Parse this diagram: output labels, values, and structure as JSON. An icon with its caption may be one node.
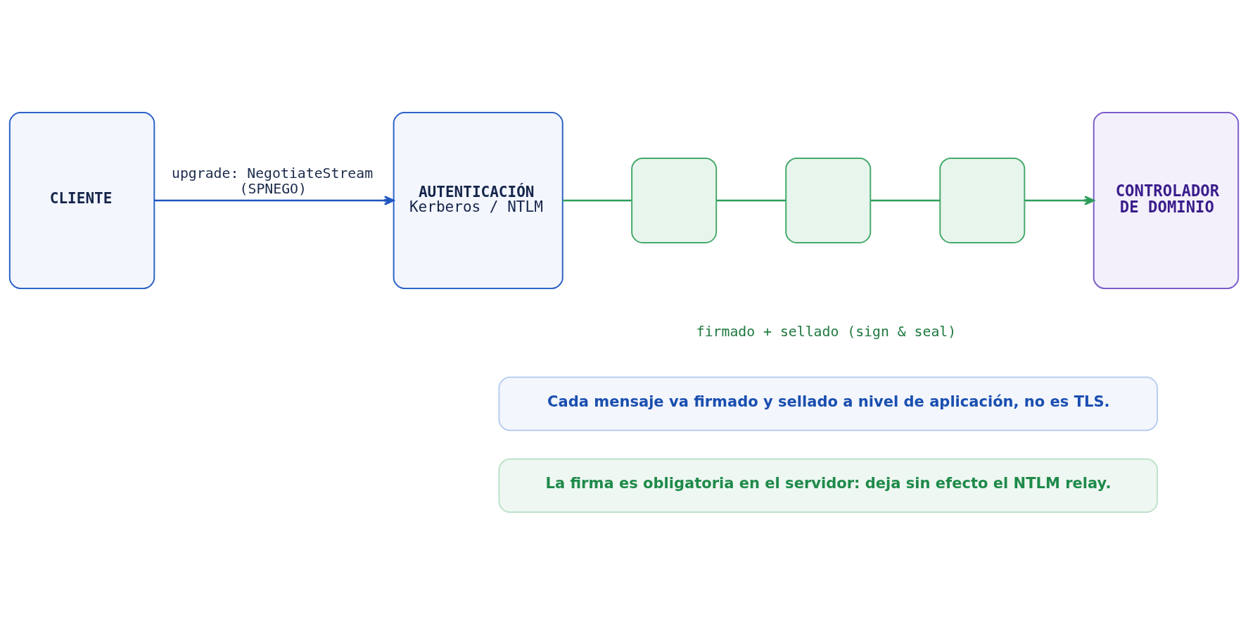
{
  "diagram": {
    "nodes": [
      {
        "text": [
          "CLIENTE"
        ]
      },
      {
        "text": [
          "AUTENTICACIÓN",
          "Kerberos / NTLM"
        ]
      },
      {
        "text": [],
        "shape": "box"
      },
      {
        "text": [],
        "shape": "box"
      },
      {
        "text": [],
        "shape": "box"
      },
      {
        "text": [
          "CONTROLADOR DE DOMINIO"
        ]
      },
      {
        "text": [
          "Cada mensaje va firmado y sellado a nivel de aplicación, no es TLS."
        ]
      },
      {
        "text": [
          "La firma es obligatoria en el servidor: deja sin efecto el NTLM relay."
        ]
      }
    ],
    "edges": [
      {
        "from": 0,
        "to": 1,
        "arrow": "to",
        "label": "upgrade: NegotiateStream (SPNEGO)",
        "color": "#1f56c0"
      },
      {
        "from": 1,
        "to": 2,
        "arrow": "none"
      },
      {
        "from": 2,
        "to": 3,
        "arrow": "none"
      },
      {
        "from": 3,
        "to": 4,
        "arrow": "none"
      },
      {
        "from": 4,
        "to": 5,
        "arrow": "to"
      }
    ],
    "labels": [
      "firmado + sellado (sign & seal)"
    ]
  }
}
